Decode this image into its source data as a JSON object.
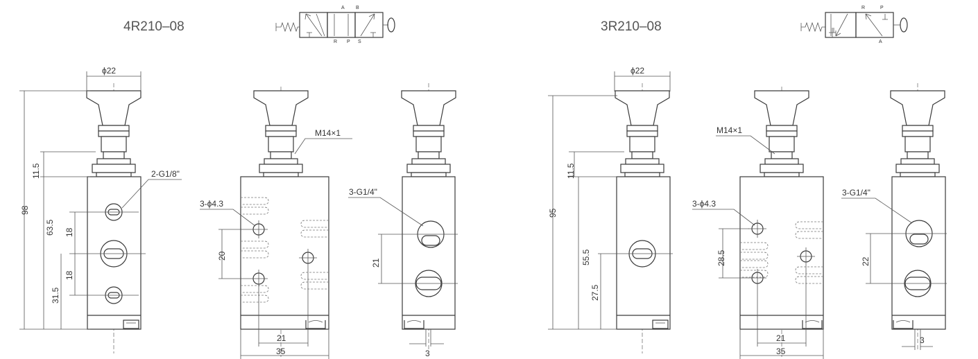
{
  "left_model": {
    "title": "4R210–08",
    "symbol_ports": {
      "a": "A",
      "b": "B",
      "r": "R",
      "p": "P",
      "s": "S"
    },
    "front_view": {
      "diameter": "ϕ22",
      "height_total": "98",
      "height_top": "11.5",
      "height_body": "63.5",
      "spacing_upper": "18",
      "spacing_lower": "18",
      "height_bottom": "31.5",
      "port_label": "2-G1/8\""
    },
    "side_view": {
      "thread": "M14×1",
      "holes": "3-ϕ4.3",
      "hole_spacing": "20",
      "width_inner": "21",
      "width_outer": "35"
    },
    "back_view": {
      "port_label": "3-G1/4\"",
      "spacing": "21",
      "offset": "3"
    }
  },
  "right_model": {
    "title": "3R210–08",
    "symbol_ports": {
      "r": "R",
      "p": "P",
      "a": "A"
    },
    "front_view": {
      "diameter": "ϕ22",
      "height_total": "95",
      "height_top": "11.5",
      "height_body": "55.5",
      "height_bottom": "27.5"
    },
    "side_view": {
      "thread": "M14×1",
      "holes": "3-ϕ4.3",
      "hole_spacing": "28.5",
      "width_inner": "21",
      "width_outer": "35"
    },
    "back_view": {
      "port_label": "3-G1/4\"",
      "spacing": "22",
      "offset": "3"
    }
  }
}
